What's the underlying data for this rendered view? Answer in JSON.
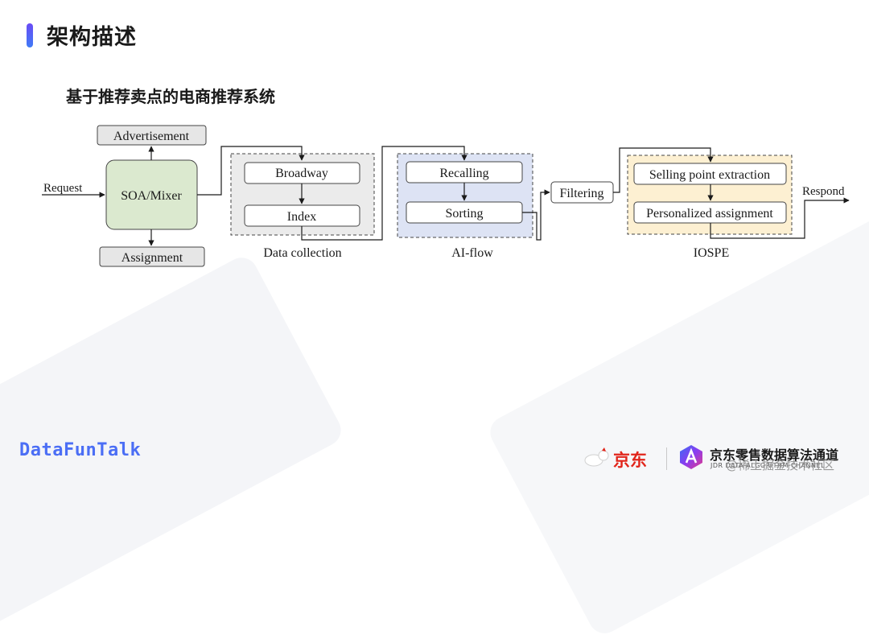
{
  "slide": {
    "title": "架构描述",
    "subtitle": "基于推荐卖点的电商推荐系统"
  },
  "diagram": {
    "nodes": {
      "advertisement": "Advertisement",
      "request": "Request",
      "soa_mixer": "SOA/Mixer",
      "assignment": "Assignment",
      "broadway": "Broadway",
      "index": "Index",
      "recalling": "Recalling",
      "sorting": "Sorting",
      "filtering": "Filtering",
      "selling_point": "Selling point extraction",
      "personalized": "Personalized assignment",
      "respond": "Respond"
    },
    "groups": {
      "data_collection": "Data collection",
      "ai_flow": "AI-flow",
      "iospe": "IOSPE"
    },
    "colors": {
      "soa_fill": "#dbe9cf",
      "gray_box": "#ebebeb",
      "ai_flow_fill": "#dde3f4",
      "iospe_fill": "#fdf0d2"
    }
  },
  "footer": {
    "brand": "DataFunTalk",
    "jd_name": "京东",
    "channel_name": "京东零售数据算法通道",
    "channel_sub": "JDR DATA ALGORITHM CHANNEL",
    "watermark": "@稀土掘金技术社区"
  }
}
